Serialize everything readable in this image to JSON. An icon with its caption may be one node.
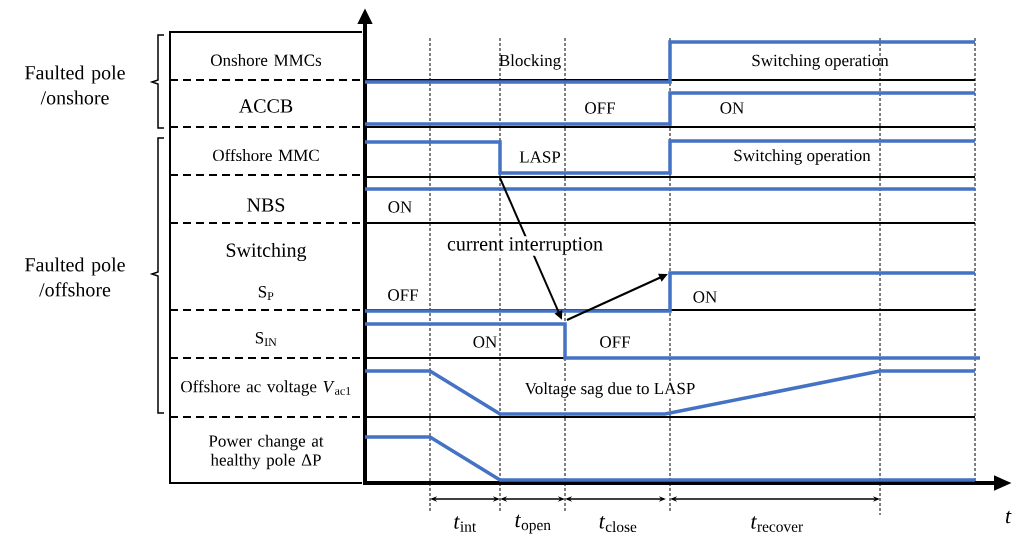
{
  "diagram": {
    "nodes": [
      {
        "text": [
          "Onshore MMCs"
        ]
      },
      {
        "text": [
          "ACCB"
        ]
      },
      {
        "text": [
          "Offshore MMC"
        ]
      },
      {
        "text": [
          "NBS"
        ]
      },
      {
        "text": [
          "Switching",
          "S$_{P}$"
        ]
      },
      {
        "text": [
          "S$_{IN}$"
        ]
      },
      {
        "text": [
          "Offshore ac voltage *V*$_{ac1}$"
        ]
      },
      {
        "text": [
          "Power change at healthy pole ΔP"
        ]
      }
    ],
    "labels": [
      "Faulted pole /onshore",
      "Blocking",
      "Switching operation",
      "OFF",
      "ON",
      "LASP",
      "Switching operation",
      "ON",
      "current interruption",
      "Faulted pole /offshore",
      "OFF",
      "ON",
      "ON",
      "OFF",
      "Voltage sag due to LASP",
      "*t*$_{int}$",
      "*t*$_{open}$",
      "*t*$_{close}$",
      "*t*$_{recover}$",
      "t"
    ]
  }
}
